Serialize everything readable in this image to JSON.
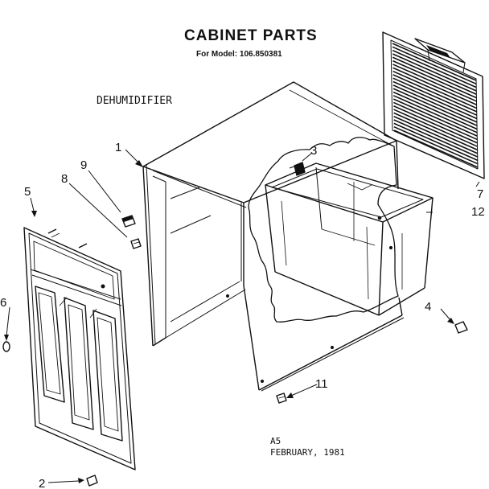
{
  "header": {
    "title": "CABINET PARTS",
    "model_line": "For Model: 106.850381"
  },
  "product_label": "DEHUMIDIFIER",
  "footer": {
    "code": "A5",
    "date": "FEBRUARY, 1981"
  },
  "callouts": {
    "c1": "1",
    "c2": "2",
    "c3": "3",
    "c4": "4",
    "c5": "5",
    "c6": "6",
    "c7": "7",
    "c8": "8",
    "c9": "9",
    "c11": "11",
    "c12": "12"
  }
}
